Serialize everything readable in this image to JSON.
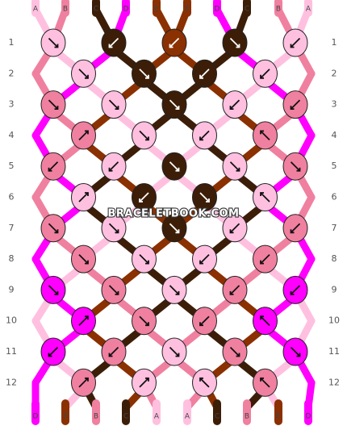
{
  "watermark": "BRACELETBOOK.COM",
  "colors": {
    "A": "#ffc0e0",
    "B": "#f080a0",
    "C": "#3c1e08",
    "D": "#ff00ff",
    "E": "#8b3000"
  },
  "strings_top": [
    "A",
    "B",
    "C",
    "D",
    "E",
    "E",
    "D",
    "C",
    "B",
    "A"
  ],
  "strings_bottom": [
    "D",
    "E",
    "B",
    "C",
    "A",
    "A",
    "C",
    "B",
    "E",
    "D"
  ],
  "row_labels": [
    "1",
    "2",
    "3",
    "4",
    "5",
    "6",
    "7",
    "8",
    "9",
    "10",
    "11",
    "12"
  ],
  "rows": [
    {
      "row": 1,
      "knots": [
        {
          "col": 0,
          "color": "A",
          "dir": "se"
        },
        {
          "col": 2,
          "color": "C",
          "dir": "sw"
        },
        {
          "col": 4,
          "color": "E",
          "dir": "sw"
        },
        {
          "col": 6,
          "color": "C",
          "dir": "se"
        },
        {
          "col": 8,
          "color": "A",
          "dir": "sw"
        }
      ]
    },
    {
      "row": 2,
      "knots": [
        {
          "col": 1,
          "color": "A",
          "dir": "se"
        },
        {
          "col": 3,
          "color": "C",
          "dir": "se"
        },
        {
          "col": 5,
          "color": "C",
          "dir": "sw"
        },
        {
          "col": 7,
          "color": "A",
          "dir": "sw"
        }
      ]
    },
    {
      "row": 3,
      "knots": [
        {
          "col": 0,
          "color": "B",
          "dir": "se"
        },
        {
          "col": 2,
          "color": "A",
          "dir": "se"
        },
        {
          "col": 4,
          "color": "C",
          "dir": "se"
        },
        {
          "col": 6,
          "color": "A",
          "dir": "sw"
        },
        {
          "col": 8,
          "color": "B",
          "dir": "sw"
        }
      ]
    },
    {
      "row": 4,
      "knots": [
        {
          "col": 1,
          "color": "B",
          "dir": "ne"
        },
        {
          "col": 3,
          "color": "A",
          "dir": "se"
        },
        {
          "col": 5,
          "color": "A",
          "dir": "sw"
        },
        {
          "col": 7,
          "color": "B",
          "dir": "nw"
        }
      ]
    },
    {
      "row": 5,
      "knots": [
        {
          "col": 0,
          "color": "B",
          "dir": "sw"
        },
        {
          "col": 2,
          "color": "A",
          "dir": "sw"
        },
        {
          "col": 4,
          "color": "C",
          "dir": "se"
        },
        {
          "col": 6,
          "color": "A",
          "dir": "se"
        },
        {
          "col": 8,
          "color": "B",
          "dir": "se"
        }
      ]
    },
    {
      "row": 6,
      "knots": [
        {
          "col": 1,
          "color": "A",
          "dir": "ne"
        },
        {
          "col": 3,
          "color": "C",
          "dir": "sw"
        },
        {
          "col": 5,
          "color": "C",
          "dir": "se"
        },
        {
          "col": 7,
          "color": "A",
          "dir": "nw"
        }
      ]
    },
    {
      "row": 7,
      "knots": [
        {
          "col": 0,
          "color": "B",
          "dir": "se"
        },
        {
          "col": 2,
          "color": "A",
          "dir": "se"
        },
        {
          "col": 4,
          "color": "C",
          "dir": "se"
        },
        {
          "col": 6,
          "color": "A",
          "dir": "sw"
        },
        {
          "col": 8,
          "color": "B",
          "dir": "sw"
        }
      ]
    },
    {
      "row": 8,
      "knots": [
        {
          "col": 1,
          "color": "B",
          "dir": "se"
        },
        {
          "col": 3,
          "color": "A",
          "dir": "se"
        },
        {
          "col": 5,
          "color": "A",
          "dir": "sw"
        },
        {
          "col": 7,
          "color": "B",
          "dir": "sw"
        }
      ]
    },
    {
      "row": 9,
      "knots": [
        {
          "col": 0,
          "color": "D",
          "dir": "se"
        },
        {
          "col": 2,
          "color": "B",
          "dir": "se"
        },
        {
          "col": 4,
          "color": "A",
          "dir": "se"
        },
        {
          "col": 6,
          "color": "B",
          "dir": "sw"
        },
        {
          "col": 8,
          "color": "D",
          "dir": "sw"
        }
      ]
    },
    {
      "row": 10,
      "knots": [
        {
          "col": 1,
          "color": "D",
          "dir": "ne"
        },
        {
          "col": 3,
          "color": "B",
          "dir": "se"
        },
        {
          "col": 5,
          "color": "B",
          "dir": "sw"
        },
        {
          "col": 7,
          "color": "D",
          "dir": "nw"
        }
      ]
    },
    {
      "row": 11,
      "knots": [
        {
          "col": 0,
          "color": "D",
          "dir": "sw"
        },
        {
          "col": 2,
          "color": "B",
          "dir": "sw"
        },
        {
          "col": 4,
          "color": "A",
          "dir": "se"
        },
        {
          "col": 6,
          "color": "B",
          "dir": "se"
        },
        {
          "col": 8,
          "color": "D",
          "dir": "se"
        }
      ]
    },
    {
      "row": 12,
      "knots": [
        {
          "col": 1,
          "color": "B",
          "dir": "ne"
        },
        {
          "col": 3,
          "color": "A",
          "dir": "ne"
        },
        {
          "col": 5,
          "color": "A",
          "dir": "nw"
        },
        {
          "col": 7,
          "color": "B",
          "dir": "nw"
        }
      ]
    }
  ]
}
